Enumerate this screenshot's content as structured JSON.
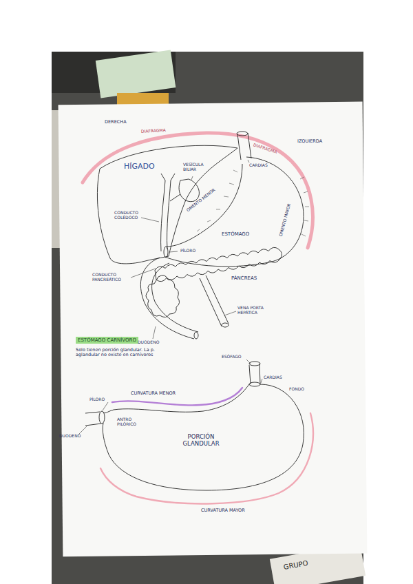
{
  "diagram": {
    "title": "ESTÓMAGO CARNÍVORO",
    "labels": [
      "DERECHA",
      "IZQUIERDA",
      "DIAFRAGMA",
      "DIAFRAGMA",
      "HÍGADO",
      "VESÍCULA BILIAR",
      "CARDIAS",
      "OMENTO MENOR",
      "CONDUCTO COLÉDOCO",
      "ESTÓMAGO",
      "OMENTO MAYOR",
      "PÍLORO",
      "CONDUCTO PANCREÁTICO",
      "PÁNCREAS",
      "VENA PORTA HEPÁTICA",
      "DUODENO",
      "Solo tienen porción glandular. La p. aglandular no existe en carnívoros",
      "ESÓFAGO",
      "CARDIAS",
      "FONDO",
      "PÍLORO",
      "CURVATURA MENOR",
      "ANTRO PILÓRICO",
      "DUODENO",
      "PORCIÓN GLANDULAR",
      "CURVATURA MAYOR",
      "GRUPO"
    ]
  }
}
